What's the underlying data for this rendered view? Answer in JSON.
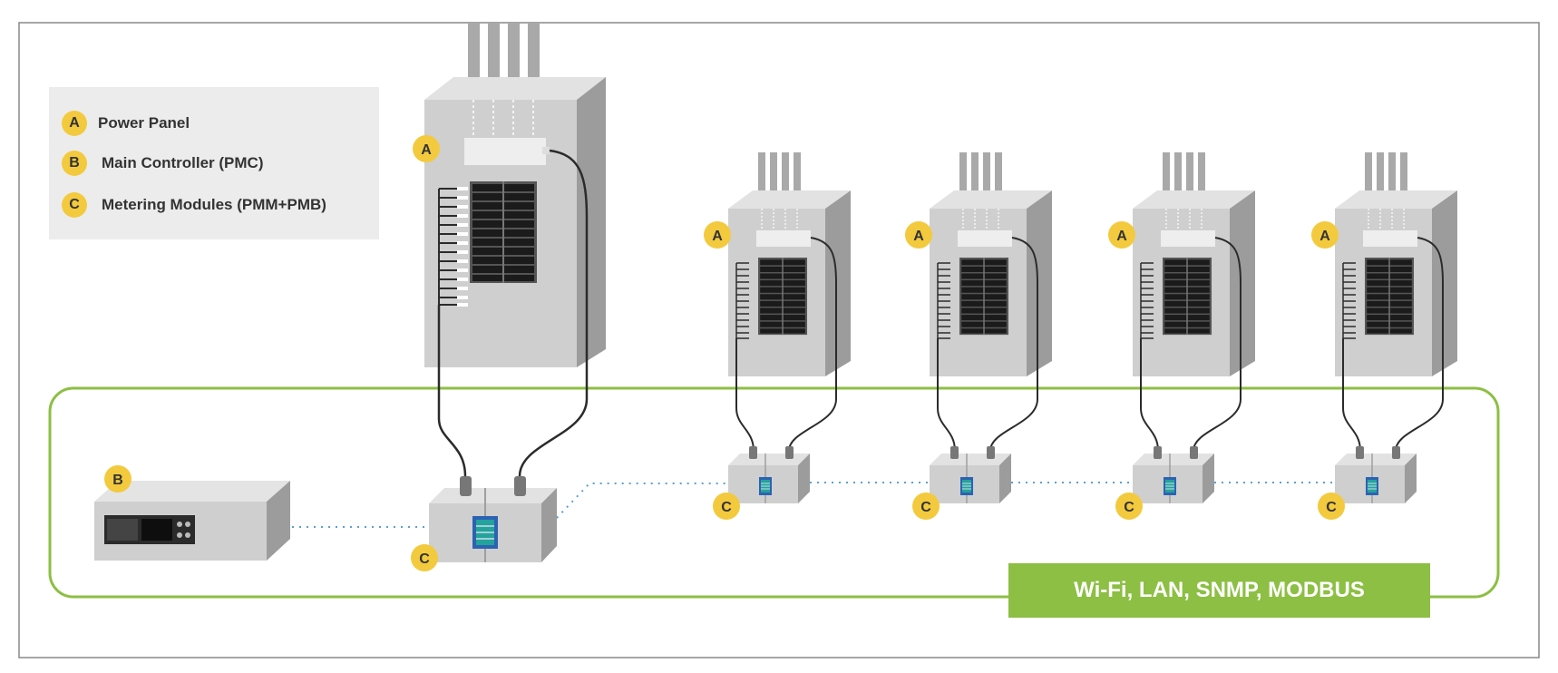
{
  "legend": {
    "items": [
      {
        "badge": "A",
        "label": "Power Panel"
      },
      {
        "badge": "B",
        "label": "Main Controller (PMC)"
      },
      {
        "badge": "C",
        "label": "Metering Modules (PMM+PMB)"
      }
    ]
  },
  "badges": {
    "panel": "A",
    "controller": "B",
    "module": "C"
  },
  "network": {
    "label": "Wi-Fi, LAN, SNMP, MODBUS"
  },
  "colors": {
    "badge": "#f3ca3e",
    "network_line": "#8cbf43",
    "dotted_link": "#5a9fd6",
    "panel": "#cfcfcf",
    "frame": "#888888"
  }
}
